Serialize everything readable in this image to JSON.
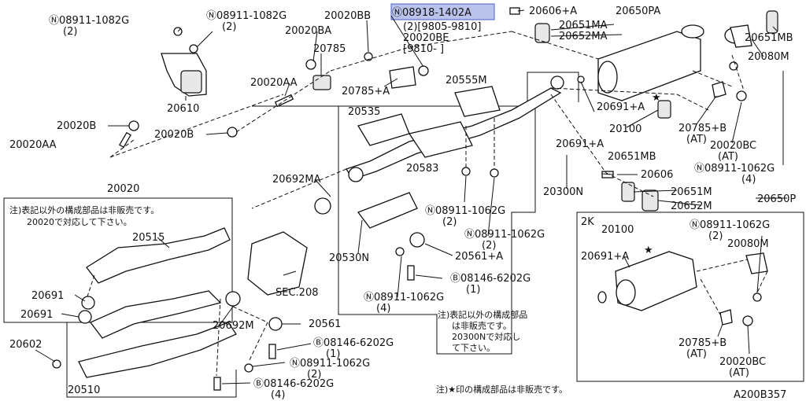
{
  "diagram_id": "A200B357",
  "callouts": {
    "n1": "Ⓝ08911-1082G",
    "n1q": "(2)",
    "n2": "Ⓝ08911-1082G",
    "n2q": "(2)",
    "p20020BB": "20020BB",
    "n3": "Ⓝ08918-1402A",
    "n3q": "(2)[9805-9810]",
    "p20020BE": "20020BE",
    "p20020BEq": "[9810-     ]",
    "p20606A": "20606+A",
    "p20650PA": "20650PA",
    "p20651MA": "20651MA",
    "p20652MA": "20652MA",
    "p20651MB_t": "20651MB",
    "p20080M_t": "20080M",
    "p20020BA": "20020BA",
    "p20785": "20785",
    "p20785A": "20785+A",
    "p20610": "20610",
    "p20020AA": "20020AA",
    "p20020B_a": "20020B",
    "p20020AA_b": "20020AA",
    "p20020B_b": "20020B",
    "p20555M": "20555M",
    "p20535": "20535",
    "p20691A_a": "20691+A",
    "p20100_a": "20100",
    "p20785B_a": "20785+B",
    "at1": "(AT)",
    "p20020BC_a": "20020BC",
    "at2": "(AT)",
    "p20651MB_b": "20651MB",
    "p20691A_b": "20691+A",
    "p20606": "20606",
    "n4": "Ⓝ08911-1062G",
    "n4q": "(4)",
    "p20300N": "20300N",
    "p20651M": "20651M",
    "p20650P": "20650P",
    "p20652M": "20652M",
    "p20583": "20583",
    "p20692MA": "20692MA",
    "n5": "Ⓝ08911-1062G",
    "n5q": "(2)",
    "n6": "Ⓝ08911-1062G",
    "n6q": "(2)",
    "p20530N": "20530N",
    "p20561A": "20561+A",
    "b1": "Ⓑ08146-6202G",
    "b1q": "(1)",
    "p20020": "20020",
    "p20515": "20515",
    "p20691_a": "20691",
    "p20691_b": "20691",
    "p20602": "20602",
    "p20692M": "20692M",
    "p20561": "20561",
    "b2": "Ⓑ08146-6202G",
    "b2q": "(1)",
    "n7": "Ⓝ08911-1062G",
    "n7q": "(4)",
    "n8": "Ⓝ08911-1062G",
    "n8q": "(2)",
    "b3": "Ⓑ08146-6202G",
    "b3q": "(4)",
    "p20510": "20510",
    "sec208": "SEC.208"
  },
  "notes": {
    "note1_l1": "注)表記以外の構成部品は非販売です。",
    "note1_l2": "20020で対応して下さい。",
    "note2_l1": "注)表記以外の構成部品",
    "note2_l2": "は非販売です。",
    "note2_l3": "20300Nで対応し",
    "note2_l4": "て下さい。",
    "note3": "注)★印の構成部品は非販売です。"
  },
  "inset": {
    "title": "2K",
    "p20100": "20100",
    "p20691A": "20691+A",
    "n": "Ⓝ08911-1062G",
    "nq": "(2)",
    "p20080M": "20080M",
    "p20785B": "20785+B",
    "at1": "(AT)",
    "p20020BC": "20020BC",
    "at2": "(AT)"
  },
  "highlight_color": "#b9c3ec"
}
